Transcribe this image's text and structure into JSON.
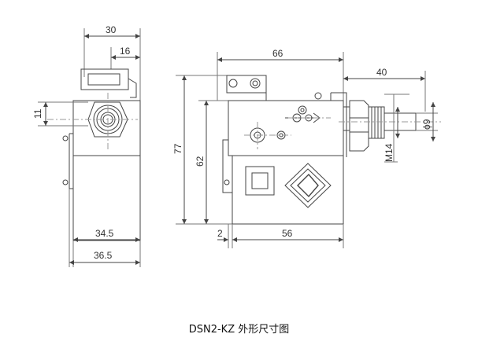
{
  "caption": "DSN2-KZ 外形尺寸图",
  "dimensions": {
    "side_top_width": "30",
    "side_top_inner": "16",
    "side_height_small": "11",
    "side_bottom_1": "34.5",
    "side_bottom_2": "36.5",
    "front_top_width": "66",
    "front_right_width": "40",
    "front_height_total": "77",
    "front_height_inner": "62",
    "front_bottom_offset": "2",
    "front_bottom_width": "56",
    "thread": "M14",
    "diameter": "ϕ9"
  }
}
